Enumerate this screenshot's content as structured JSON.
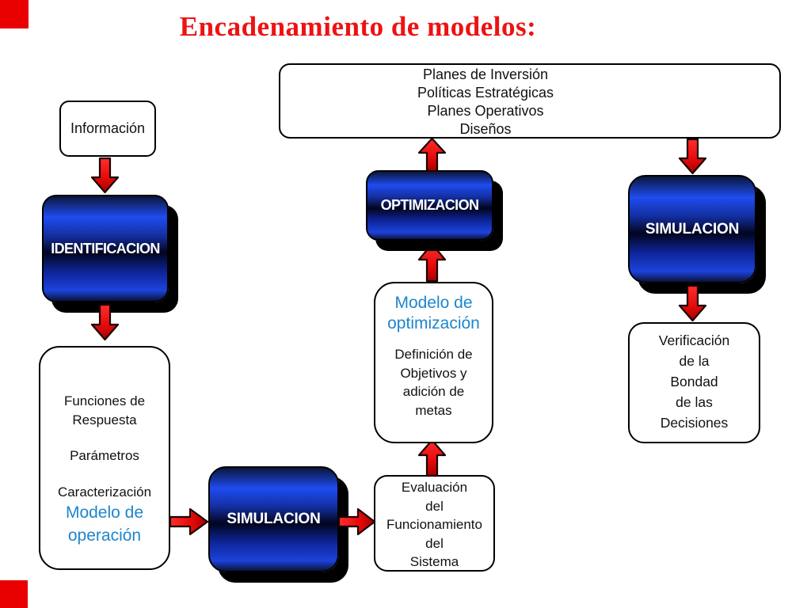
{
  "title": {
    "text": "Encadenamiento de modelos:",
    "color": "#ee1212"
  },
  "decor": {
    "corner_color": "#e90000"
  },
  "colors": {
    "blue_text": "#1e85cd",
    "arrow_red": "#e80c0c",
    "block_blue": "#1d43dc"
  },
  "planes_box": {
    "lines": [
      "Planes de Inversión",
      "Políticas Estratégicas",
      "Planes Operativos",
      "Diseños"
    ]
  },
  "informacion_box": {
    "label": "Información"
  },
  "identificacion_block": {
    "label": "IDENTIFICACION"
  },
  "funciones_box": {
    "lines_black": [
      "Funciones de",
      "Respuesta",
      "Parámetros",
      "Caracterización"
    ],
    "lines_blue": [
      "Modelo de",
      "operación"
    ]
  },
  "simulacion_bottom_block": {
    "label": "SIMULACION"
  },
  "evaluacion_box": {
    "lines": [
      "Evaluación",
      "del",
      "Funcionamiento",
      "del",
      "Sistema"
    ]
  },
  "modelo_box": {
    "lines_blue": [
      "Modelo de",
      "optimización"
    ],
    "lines_black": [
      "Definición de",
      "Objetivos y",
      "adición de",
      "metas"
    ]
  },
  "optimizacion_block": {
    "label": "OPTIMIZACION"
  },
  "simulacion_right_block": {
    "label": "SIMULACION"
  },
  "verificacion_box": {
    "lines": [
      "Verificación",
      "de la",
      "Bondad",
      "de las",
      "Decisiones"
    ]
  }
}
